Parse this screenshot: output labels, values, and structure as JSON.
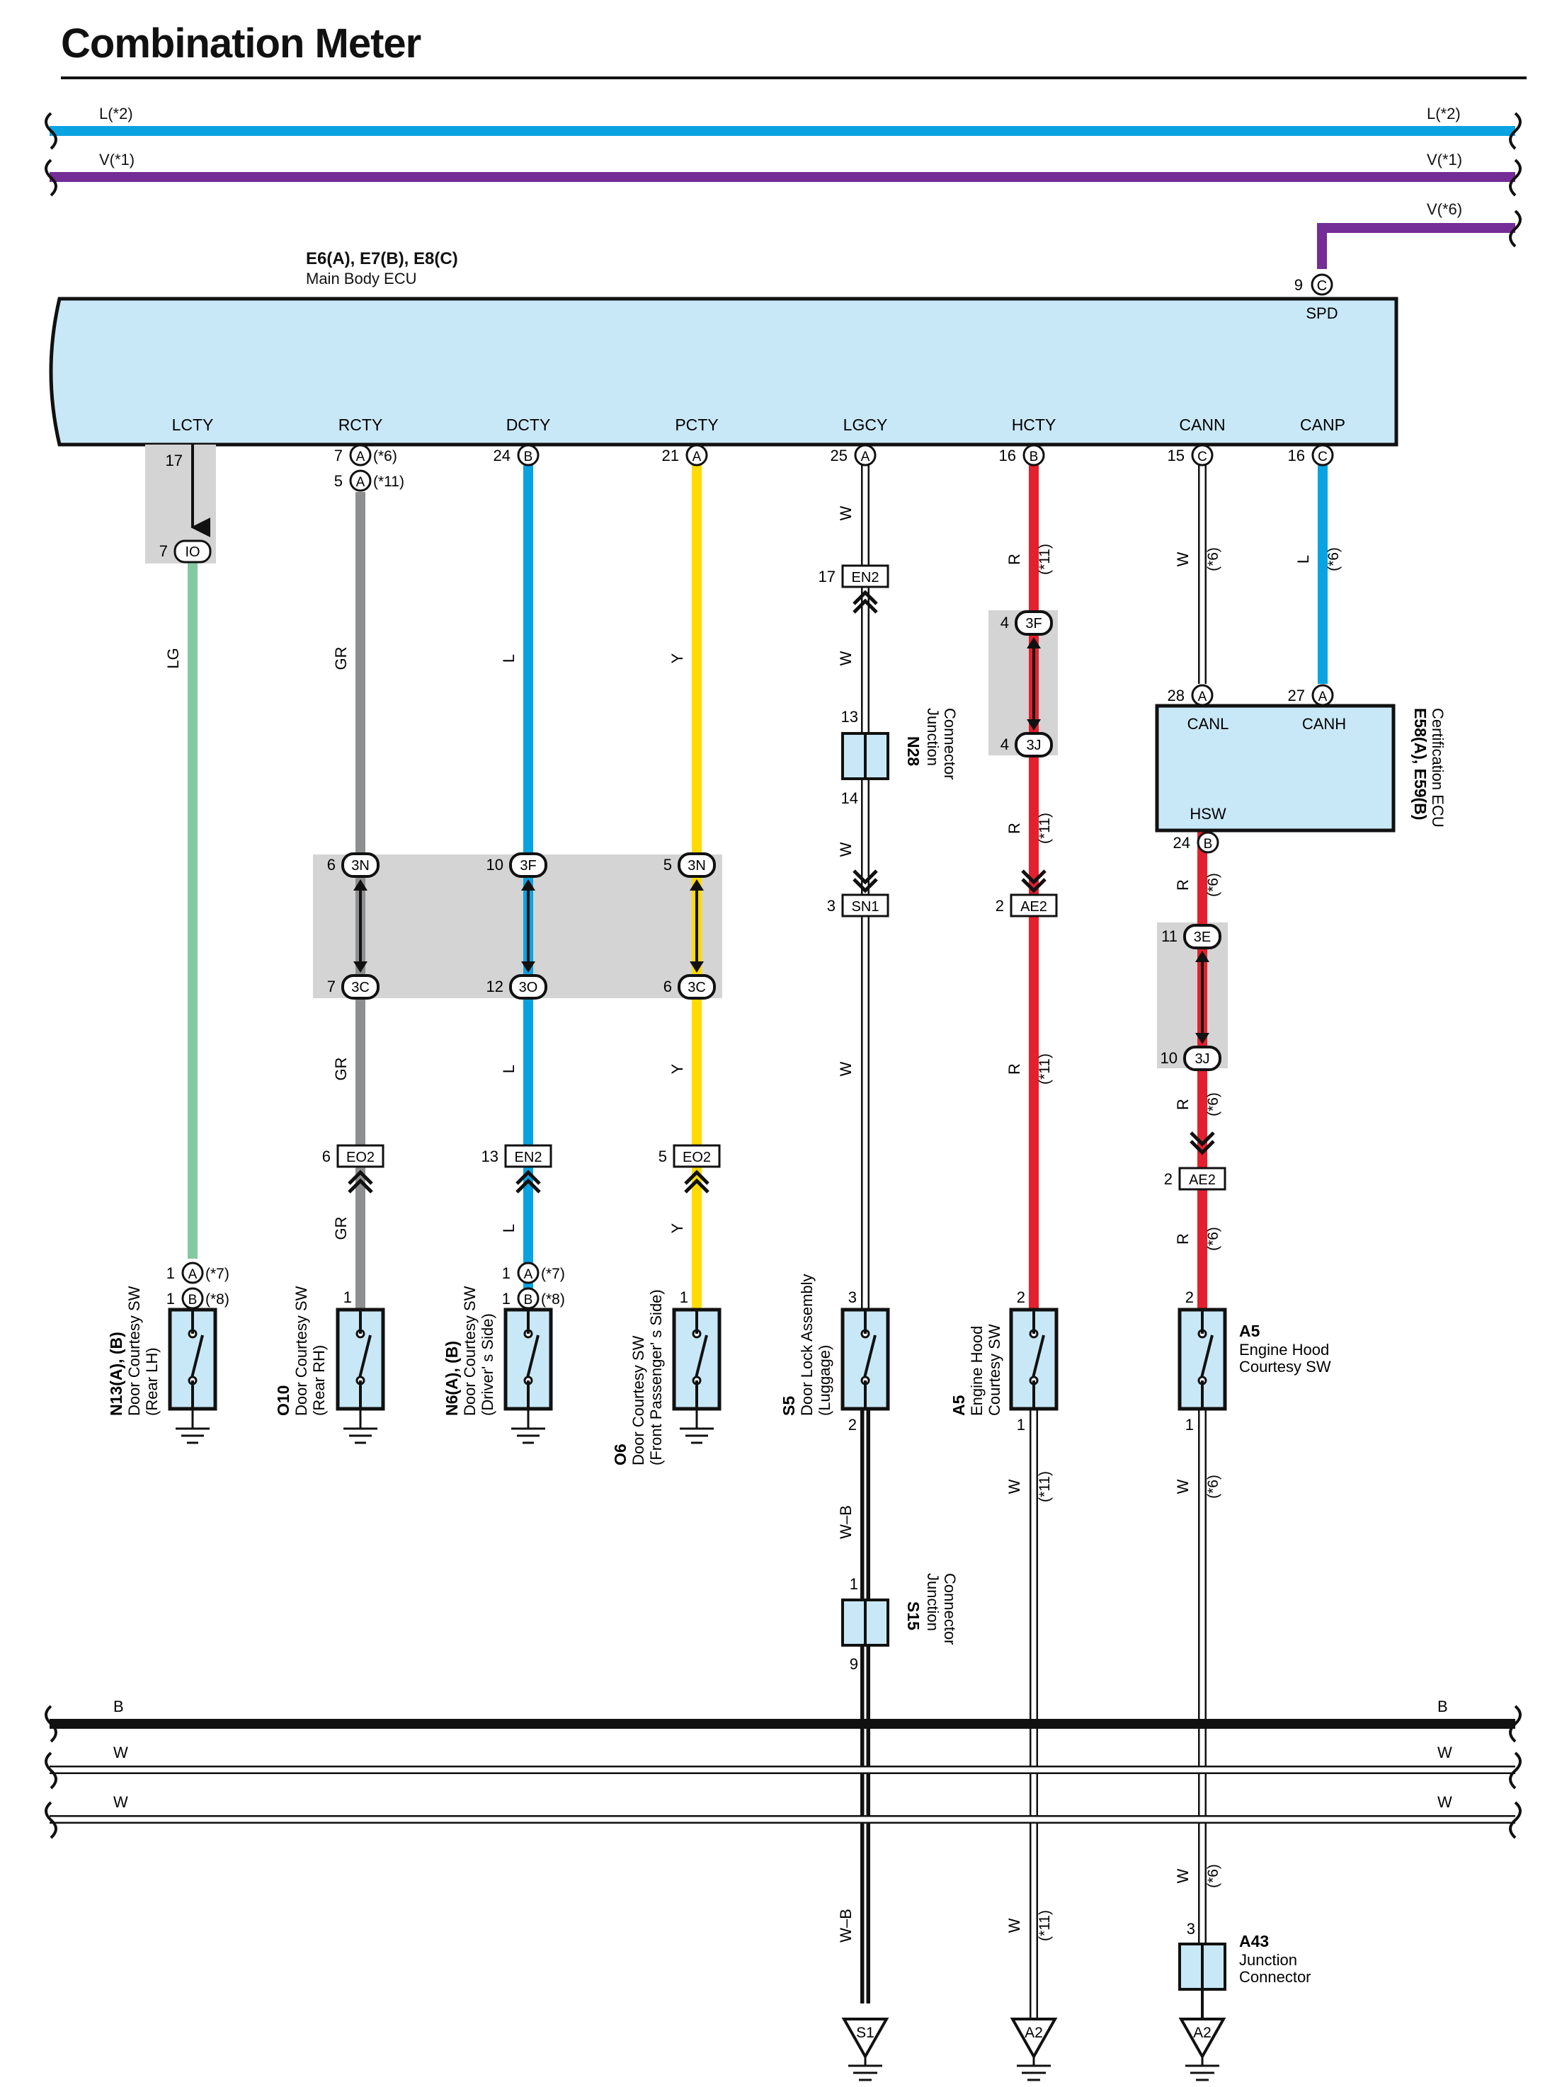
{
  "title": "Combination Meter",
  "colors": {
    "L": "#0aa3e2",
    "V": "#742c96",
    "LG": "#83c9a0",
    "GR": "#8e8f91",
    "Y": "#ffdb00",
    "R": "#e5202e",
    "W": "#ffffff",
    "B": "#111111",
    "ecu_fill": "#c9e8f7",
    "junction_shade": "#d4d4d4"
  },
  "buses_top": [
    {
      "label": "L(*2)"
    },
    {
      "label": "V(*1)"
    },
    {
      "label": "V(*6)"
    }
  ],
  "buses_bottom": [
    {
      "label": "B"
    },
    {
      "label": "W"
    },
    {
      "label": "W"
    }
  ],
  "ecu": {
    "ref": "E6(A), E7(B), E8(C)",
    "name": "Main Body ECU",
    "spd": {
      "pin": "9",
      "conn": "C",
      "label": "SPD"
    },
    "pins": [
      {
        "label": "LCTY",
        "pin": "17",
        "conn": ""
      },
      {
        "label": "RCTY",
        "pin": "7",
        "conn": "A",
        "note": "(*6)",
        "pin2": "5",
        "conn2": "A",
        "note2": "(*11)"
      },
      {
        "label": "DCTY",
        "pin": "24",
        "conn": "B"
      },
      {
        "label": "PCTY",
        "pin": "21",
        "conn": "A"
      },
      {
        "label": "LGCY",
        "pin": "25",
        "conn": "A"
      },
      {
        "label": "HCTY",
        "pin": "16",
        "conn": "B"
      },
      {
        "label": "CANN",
        "pin": "15",
        "conn": "C"
      },
      {
        "label": "CANP",
        "pin": "16",
        "conn": "C"
      }
    ]
  },
  "cert_ecu": {
    "ref": "E58(A), E59(B)",
    "name": "Certification ECU",
    "canl": {
      "pin": "28",
      "conn": "A",
      "label": "CANL"
    },
    "canh": {
      "pin": "27",
      "conn": "A",
      "label": "CANH"
    },
    "hsw": {
      "pin": "24",
      "conn": "B",
      "label": "HSW"
    }
  },
  "wire_labels": {
    "LG": "LG",
    "GR": "GR",
    "L": "L",
    "Y": "Y",
    "W": "W",
    "R": "R",
    "WB": "W–B",
    "n6": "(*6)",
    "n11": "(*11)",
    "n7": "(*7)",
    "n8": "(*8)"
  },
  "connectors": {
    "IO": {
      "pin": "7",
      "id": "IO"
    },
    "lcty_pin": "17",
    "c3N_r": {
      "pin": "6",
      "id": "3N"
    },
    "c3C_r": {
      "pin": "7",
      "id": "3C"
    },
    "c3F_d": {
      "pin": "10",
      "id": "3F"
    },
    "c3O_d": {
      "pin": "12",
      "id": "3O"
    },
    "c3N_p": {
      "pin": "5",
      "id": "3N"
    },
    "c3C_p": {
      "pin": "6",
      "id": "3C"
    },
    "EO2_r": {
      "pin": "6",
      "id": "EO2"
    },
    "EN2_d": {
      "pin": "13",
      "id": "EN2"
    },
    "EO2_p": {
      "pin": "5",
      "id": "EO2"
    },
    "EN2_lg": {
      "pin": "17",
      "id": "EN2"
    },
    "SN1": {
      "pin": "3",
      "id": "SN1"
    },
    "c3F_h": {
      "pin": "4",
      "id": "3F"
    },
    "c3J_h": {
      "pin": "4",
      "id": "3J"
    },
    "AE2_h": {
      "pin": "2",
      "id": "AE2"
    },
    "c3E_c": {
      "pin": "11",
      "id": "3E"
    },
    "c3J_c": {
      "pin": "10",
      "id": "3J"
    },
    "AE2_c": {
      "pin": "2",
      "id": "AE2"
    }
  },
  "junctions": {
    "N28": {
      "ref": "N28",
      "name1": "Junction",
      "name2": "Connector",
      "pin_top": "13",
      "pin_bot": "14"
    },
    "S15": {
      "ref": "S15",
      "name1": "Junction",
      "name2": "Connector",
      "pin_top": "1",
      "pin_bot": "9"
    },
    "A43": {
      "ref": "A43",
      "name1": "Junction",
      "name2": "Connector",
      "pin_top": "3"
    }
  },
  "switches": {
    "N13": {
      "ref": "N13(A), (B)",
      "l1": "Door Courtesy SW",
      "l2": "(Rear LH)",
      "pinA": "1",
      "connA": "A",
      "noteA": "(*7)",
      "pinB": "1",
      "connB": "B",
      "noteB": "(*8)"
    },
    "O10": {
      "ref": "O10",
      "l1": "Door Courtesy SW",
      "l2": "(Rear RH)",
      "pin": "1"
    },
    "N6": {
      "ref": "N6(A), (B)",
      "l1": "Door Courtesy SW",
      "l2": "(Driver' s Side)",
      "pinA": "1",
      "connA": "A",
      "noteA": "(*7)",
      "pinB": "1",
      "connB": "B",
      "noteB": "(*8)"
    },
    "O6": {
      "ref": "O6",
      "l1": "Door Courtesy SW",
      "l2": "(Front Passenger' s Side)",
      "pin": "1"
    },
    "S5": {
      "ref": "S5",
      "l1": "Door Lock Assembly",
      "l2": "(Luggage)",
      "pin_top": "3",
      "pin_bot": "2"
    },
    "A5h": {
      "ref": "A5",
      "l1": "Engine Hood",
      "l2": "Courtesy SW",
      "pin_top": "2",
      "pin_bot": "1"
    },
    "A5c": {
      "ref": "A5",
      "l1": "Engine Hood",
      "l2": "Courtesy SW",
      "pin_top": "2",
      "pin_bot": "1"
    }
  },
  "grounds": [
    {
      "id": "S1"
    },
    {
      "id": "A2"
    },
    {
      "id": "A2"
    }
  ]
}
